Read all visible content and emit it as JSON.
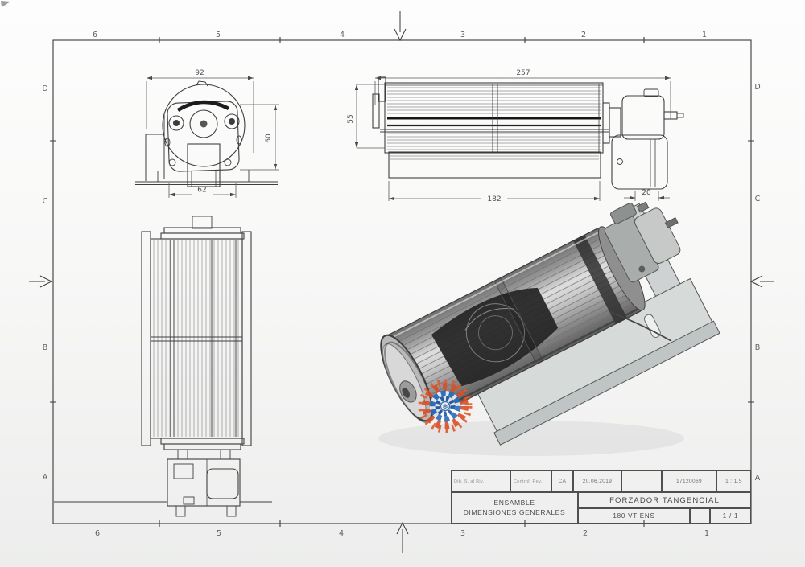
{
  "drawing": {
    "border": {
      "top_numbers": [
        "6",
        "5",
        "4",
        "3",
        "2",
        "1"
      ],
      "bottom_numbers": [
        "6",
        "5",
        "4",
        "3",
        "2",
        "1"
      ],
      "left_letters": [
        "D",
        "C",
        "B",
        "A"
      ],
      "right_letters": [
        "D",
        "C",
        "B",
        "A"
      ]
    },
    "dimensions": {
      "front_width": "92",
      "front_height": "60",
      "front_base": "62",
      "side_total_length": "257",
      "side_height": "55",
      "side_body_length": "182",
      "side_bracket": "20"
    },
    "title_block": {
      "row1": [
        "Dib. S. al Riv.",
        "Control. Rev.",
        "CA",
        "20.06.2019",
        "",
        "17120069",
        "1 : 1.5"
      ],
      "assembly_line1": "ENSAMBLE",
      "assembly_line2": "DIMENSIONES  GENERALES",
      "part_title": "FORZADOR TANGENCIAL",
      "part_code": "180 VT ENS",
      "sheet_cell": "",
      "sheet": "1 / 1"
    },
    "colors": {
      "line": "#4a4a4a",
      "flame": "#df5a2c",
      "ice": "#2a6cc0"
    }
  }
}
